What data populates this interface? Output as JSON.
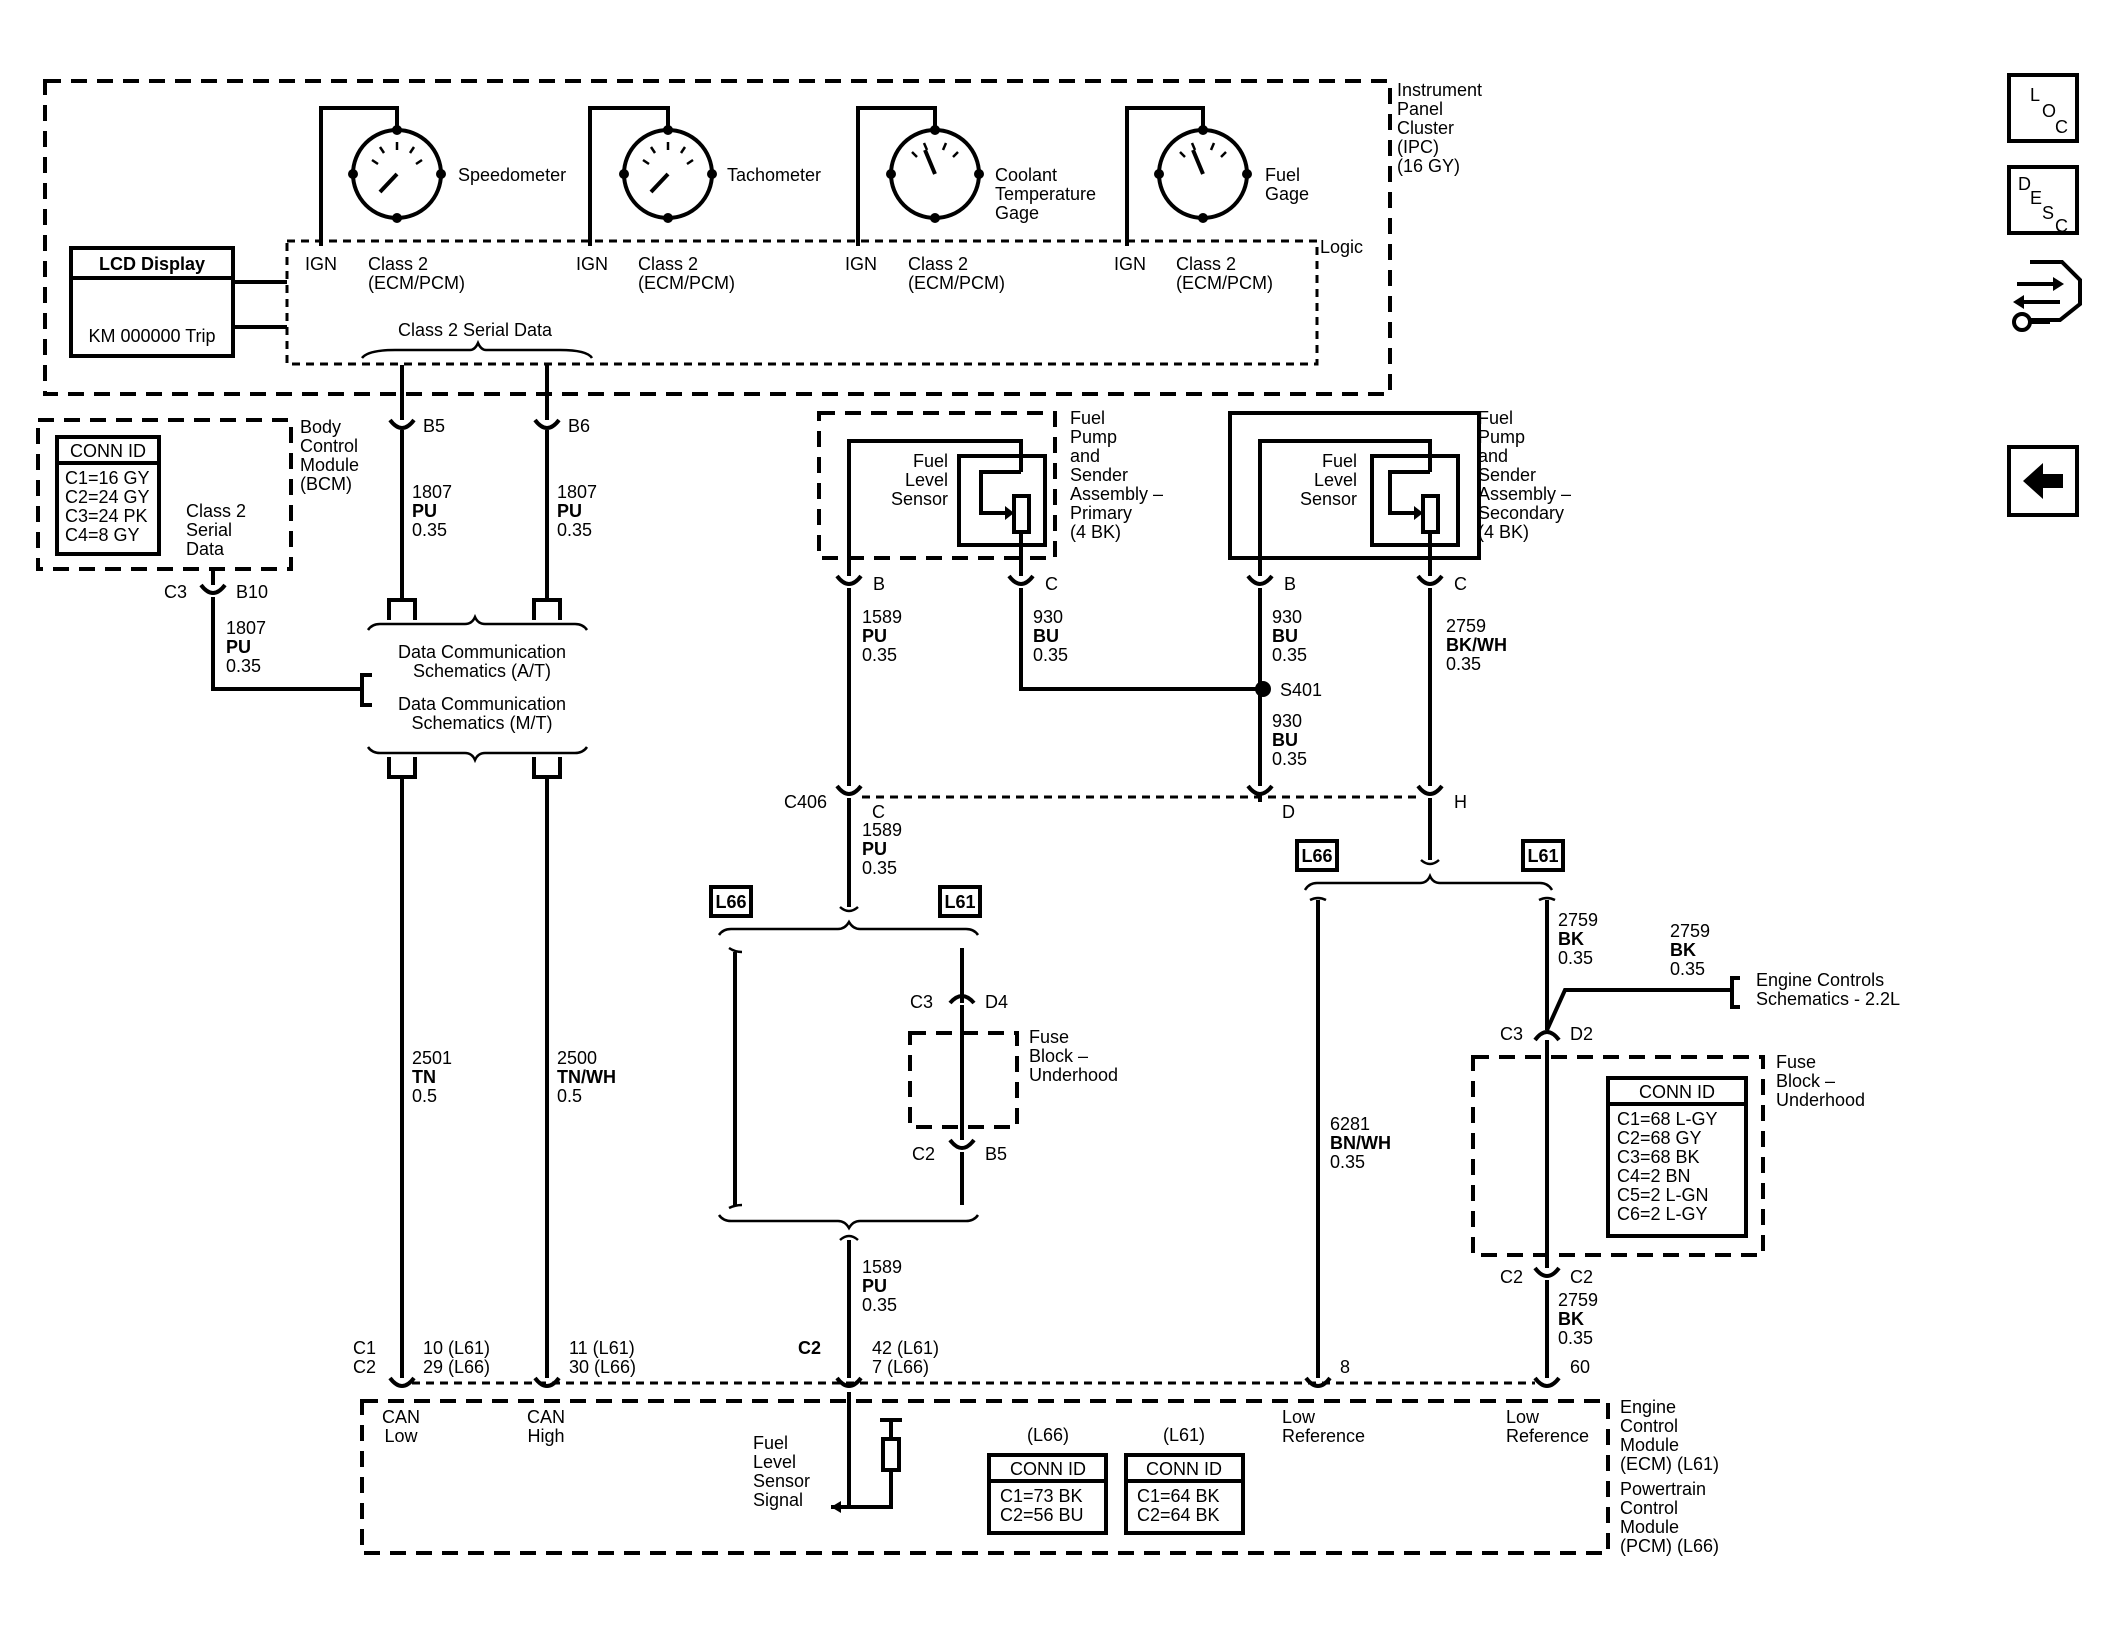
{
  "ipc": {
    "title": [
      "Instrument",
      "Panel",
      "Cluster",
      "(IPC)",
      "(16 GY)"
    ],
    "logic": "Logic",
    "gauges": [
      {
        "label": [
          "Speedometer"
        ]
      },
      {
        "label": [
          "Tachometer"
        ]
      },
      {
        "label": [
          "Coolant",
          "Temperature",
          "Gage"
        ]
      },
      {
        "label": [
          "Fuel",
          "Gage"
        ]
      }
    ],
    "ign": "IGN",
    "class2": [
      "Class 2",
      "(ECM/PCM)"
    ],
    "lcd_title": "LCD Display",
    "lcd_value": "KM 000000 Trip",
    "serial_data": "Class 2 Serial Data"
  },
  "bcm": {
    "title": [
      "Body",
      "Control",
      "Module",
      "(BCM)"
    ],
    "conn_id_title": "CONN ID",
    "conn_ids": [
      "C1=16 GY",
      "C2=24 GY",
      "C3=24 PK",
      "C4=8 GY"
    ],
    "serial_label": [
      "Class 2",
      "Serial",
      "Data"
    ],
    "conn": "C3",
    "pin": "B10"
  },
  "pins": {
    "b5": "B5",
    "b6": "B6",
    "b": "B",
    "c": "C",
    "d": "D",
    "h": "H",
    "c2_bottom": "C2",
    "d4": "D4",
    "b5_fuse": "B5",
    "c3": "C3",
    "c2": "C2",
    "d2": "D2",
    "c1": "C1",
    "pin8": "8",
    "pin60": "60",
    "c406": "C406",
    "s401": "S401"
  },
  "wires": {
    "w1807": [
      "1807",
      "PU",
      "0.35"
    ],
    "w1589": [
      "1589",
      "PU",
      "0.35"
    ],
    "w930": [
      "930",
      "BU",
      "0.35"
    ],
    "w2759_bkwh": [
      "2759",
      "BK/WH",
      "0.35"
    ],
    "w2759_bk": [
      "2759",
      "BK",
      "0.35"
    ],
    "w2501": [
      "2501",
      "TN",
      "0.5"
    ],
    "w2500": [
      "2500",
      "TN/WH",
      "0.5"
    ],
    "w6281": [
      "6281",
      "BN/WH",
      "0.35"
    ]
  },
  "data_comm": {
    "at": [
      "Data Communication",
      "Schematics (A/T)"
    ],
    "mt": [
      "Data Communication",
      "Schematics (M/T)"
    ]
  },
  "fuel_primary": {
    "sensor": [
      "Fuel",
      "Level",
      "Sensor"
    ],
    "title": [
      "Fuel",
      "Pump",
      "and",
      "Sender",
      "Assembly –",
      "Primary",
      "(4 BK)"
    ]
  },
  "fuel_secondary": {
    "sensor": [
      "Fuel",
      "Level",
      "Sensor"
    ],
    "title": [
      "Fuel",
      "Pump",
      "and",
      "Sender",
      "Assembly –",
      "Secondary",
      "(4 BK)"
    ]
  },
  "options": {
    "l66": "L66",
    "l61": "L61"
  },
  "fuse_block": {
    "title": [
      "Fuse",
      "Block –",
      "Underhood"
    ],
    "conn_id_title": "CONN ID",
    "conn_ids": [
      "C1=68 L-GY",
      "C2=68 GY",
      "C3=68 BK",
      "C4=2 BN",
      "C5=2 L-GN",
      "C6=2 L-GY"
    ]
  },
  "engine_controls": [
    "Engine Controls",
    "Schematics - 2.2L"
  ],
  "ecm": {
    "title": [
      "Engine",
      "Control",
      "Module",
      "(ECM) (L61)"
    ],
    "title2": [
      "Powertrain",
      "Control",
      "Module",
      "(PCM) (L66)"
    ],
    "can_low": [
      "CAN",
      "Low"
    ],
    "can_high": [
      "CAN",
      "High"
    ],
    "fuel_signal": [
      "Fuel",
      "Level",
      "Sensor",
      "Signal"
    ],
    "low_ref": [
      "Low",
      "Reference"
    ],
    "pins_can_low": [
      "10 (L61)",
      "29 (L66)"
    ],
    "pins_can_high": [
      "11 (L61)",
      "30 (L66)"
    ],
    "pins_fuel": [
      "42 (L61)",
      "7 (L66)"
    ],
    "conn_c1c2": [
      "C1",
      "C2"
    ],
    "l66_header": "(L66)",
    "l61_header": "(L61)",
    "conn_id_title": "CONN ID",
    "l66_conn": [
      "C1=73 BK",
      "C2=56 BU"
    ],
    "l61_conn": [
      "C1=64 BK",
      "C2=64 BK"
    ]
  },
  "nav": {
    "loc": [
      "L",
      "O",
      "C"
    ],
    "desc": [
      "D",
      "E",
      "S",
      "C"
    ]
  }
}
